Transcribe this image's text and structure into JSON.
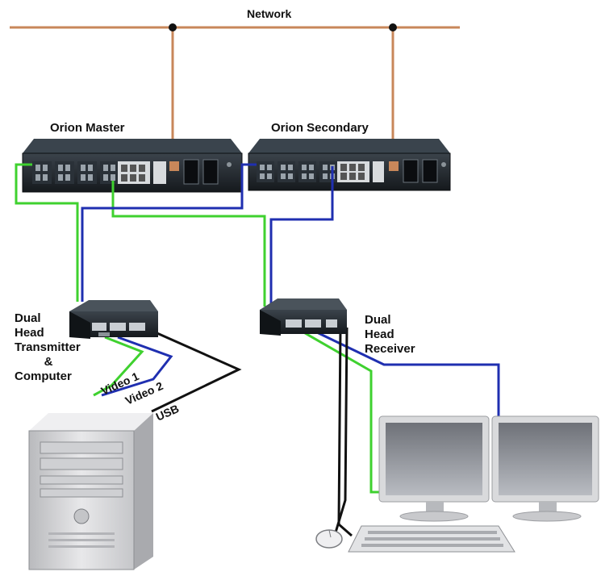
{
  "labels": {
    "network": "Network",
    "master": "Orion Master",
    "secondary": "Orion Secondary",
    "transmitter": [
      "Dual",
      "Head",
      "Transmitter",
      "&",
      "Computer"
    ],
    "receiver": [
      "Dual",
      "Head",
      "Receiver"
    ],
    "video1": "Video 1",
    "video2": "Video 2",
    "usb": "USB"
  },
  "colors": {
    "network": "#c8875a",
    "green": "#3fd12f",
    "blue": "#1f2fb0",
    "black": "#111111",
    "device": "#1c2228",
    "monitor": "#d9dadc",
    "tower": "#dcdcde"
  },
  "icons": [
    "switch-chassis-icon",
    "kvm-extender-icon",
    "computer-tower-icon",
    "monitor-icon",
    "keyboard-icon",
    "mouse-icon"
  ]
}
